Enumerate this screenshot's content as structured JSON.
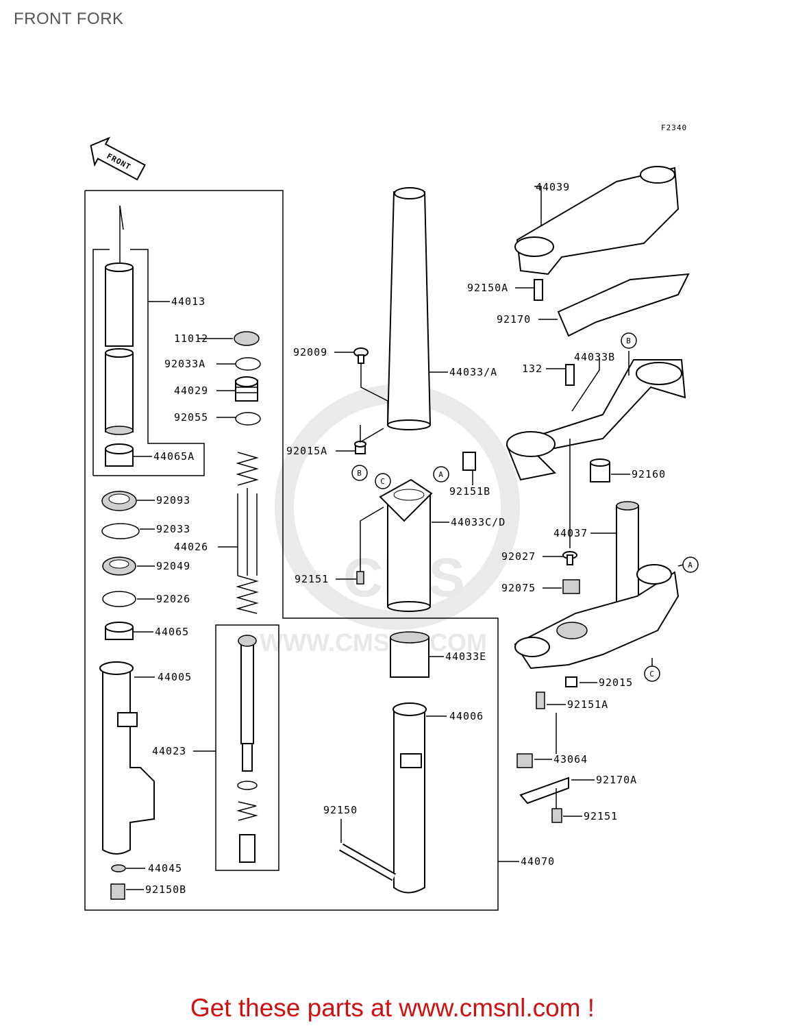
{
  "page": {
    "title": "FRONT FORK",
    "figure_code": "F2340",
    "front_arrow_label": "FRONT",
    "watermark": "WWW.CMSNL.COM",
    "watermark_logo": "CMS",
    "footer": "Get these parts at www.cmsnl.com !"
  },
  "callouts": [
    "A",
    "B",
    "C"
  ],
  "parts": [
    {
      "id": "44013"
    },
    {
      "id": "11012"
    },
    {
      "id": "92033A"
    },
    {
      "id": "44029"
    },
    {
      "id": "92055"
    },
    {
      "id": "44065A"
    },
    {
      "id": "92093"
    },
    {
      "id": "92033"
    },
    {
      "id": "44026"
    },
    {
      "id": "92049"
    },
    {
      "id": "92026"
    },
    {
      "id": "44065"
    },
    {
      "id": "44005"
    },
    {
      "id": "44023"
    },
    {
      "id": "44045"
    },
    {
      "id": "92150B"
    },
    {
      "id": "92009"
    },
    {
      "id": "44033/A"
    },
    {
      "id": "92015A"
    },
    {
      "id": "92151B"
    },
    {
      "id": "44033C/D"
    },
    {
      "id": "92151"
    },
    {
      "id": "44033E"
    },
    {
      "id": "44006"
    },
    {
      "id": "92150"
    },
    {
      "id": "44070"
    },
    {
      "id": "44039"
    },
    {
      "id": "92150A"
    },
    {
      "id": "92170"
    },
    {
      "id": "132"
    },
    {
      "id": "44033B"
    },
    {
      "id": "92160"
    },
    {
      "id": "44037"
    },
    {
      "id": "92027"
    },
    {
      "id": "92075"
    },
    {
      "id": "92015"
    },
    {
      "id": "92151A"
    },
    {
      "id": "43064"
    },
    {
      "id": "92170A"
    },
    {
      "id": "92151"
    }
  ]
}
